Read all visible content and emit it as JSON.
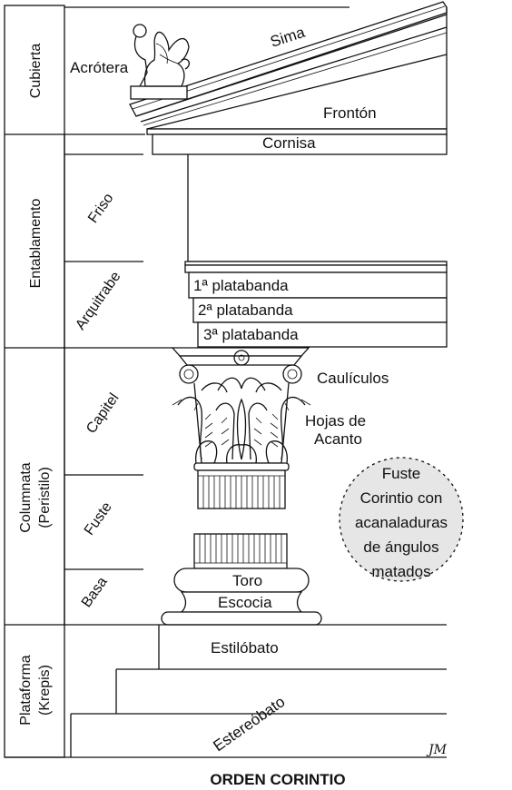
{
  "title": "ORDEN CORINTIO",
  "sections": {
    "cubierta": "Cubierta",
    "entablamento": "Entablamento",
    "columnata": "Columnata",
    "columnata_sub": "(Peristilo)",
    "plataforma": "Plataforma",
    "plataforma_sub": "(Krepis)"
  },
  "subsections": {
    "friso": "Friso",
    "arquitrabe": "Arquitrabe",
    "capitel": "Capitel",
    "fuste": "Fuste",
    "basa": "Basa"
  },
  "parts": {
    "acrotera": "Acrótera",
    "sima": "Sima",
    "fronton": "Frontón",
    "cornisa": "Cornisa",
    "platabanda1": "1ª platabanda",
    "platabanda2": "2ª platabanda",
    "platabanda3": "3ª platabanda",
    "caulicolos": "Caulículos",
    "hojas_line1": "Hojas de",
    "hojas_line2": "Acanto",
    "toro": "Toro",
    "escocia": "Escocia",
    "estilobato": "Estilóbato",
    "estereobato": "Estereóbato"
  },
  "callout": {
    "line1": "Fuste",
    "line2a": "Corintio",
    "line2b": " con",
    "line3": "acanaladuras",
    "line4": "de ángulos",
    "line5": "matados"
  },
  "signature": "JM"
}
